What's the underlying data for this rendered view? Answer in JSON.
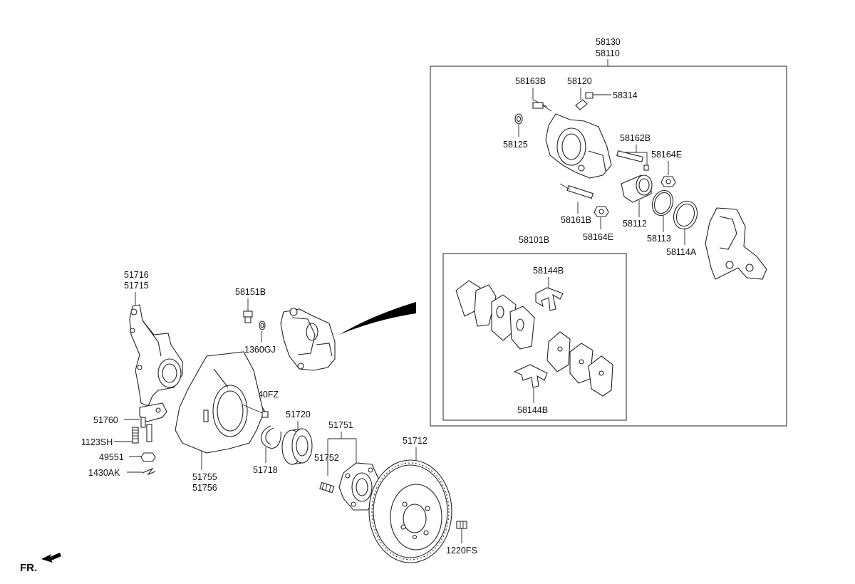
{
  "orientation_label": "FR.",
  "labels": {
    "p58130": "58130",
    "p58110": "58110",
    "p58163B": "58163B",
    "p58120": "58120",
    "p58314": "58314",
    "p58125": "58125",
    "p58162B": "58162B",
    "p58164E_a": "58164E",
    "p58161B": "58161B",
    "p58164E_b": "58164E",
    "p58112": "58112",
    "p58113": "58113",
    "p58114A": "58114A",
    "p58101B": "58101B",
    "p58144B_a": "58144B",
    "p58144B_b": "58144B",
    "p51716": "51716",
    "p51715": "51715",
    "p58151B": "58151B",
    "p1360GJ": "1360GJ",
    "p1140FZ": "1140FZ",
    "p51720": "51720",
    "p51760": "51760",
    "p1123SH": "1123SH",
    "p49551": "49551",
    "p1430AK": "1430AK",
    "p51755": "51755",
    "p51756": "51756",
    "p51718": "51718",
    "p51751": "51751",
    "p51752": "51752",
    "p51712": "51712",
    "p1220FS": "1220FS"
  }
}
